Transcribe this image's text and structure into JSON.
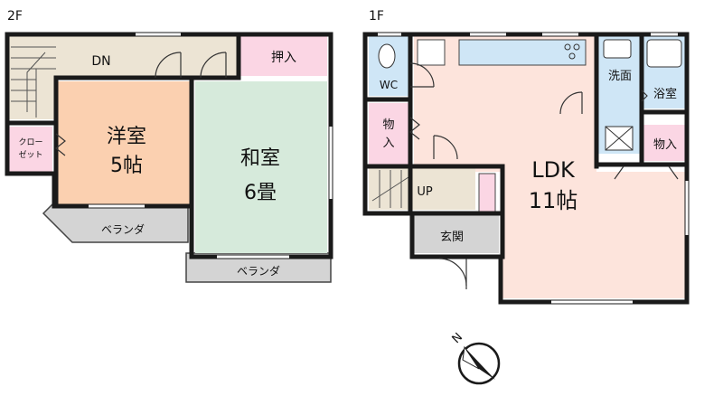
{
  "floors": {
    "second": {
      "label": "2F",
      "stair": "DN",
      "closet_small": [
        "クロー",
        "ゼット"
      ],
      "oshiire": "押入",
      "western_room": [
        "洋室",
        "5帖"
      ],
      "japanese_room": [
        "和室",
        "6畳"
      ],
      "balcony_1": "ベランダ",
      "balcony_2": "ベランダ"
    },
    "first": {
      "label": "1F",
      "wc": "WC",
      "storage_1": [
        "物",
        "入"
      ],
      "stair": "UP",
      "entrance": "玄関",
      "ldk": [
        "LDK",
        "11帖"
      ],
      "washroom": "洗面",
      "bathroom": "浴室",
      "storage_2": "物入"
    }
  },
  "compass": {
    "label": "N"
  },
  "colors": {
    "western": "#fbd0b0",
    "japanese": "#d6eadb",
    "ldk": "#fde4dc",
    "storage": "#fbd6e4",
    "wet": "#cfe6f6",
    "hall": "#ece4d4",
    "balcony": "#d4d4d4",
    "wall": "#1a1a1a"
  }
}
